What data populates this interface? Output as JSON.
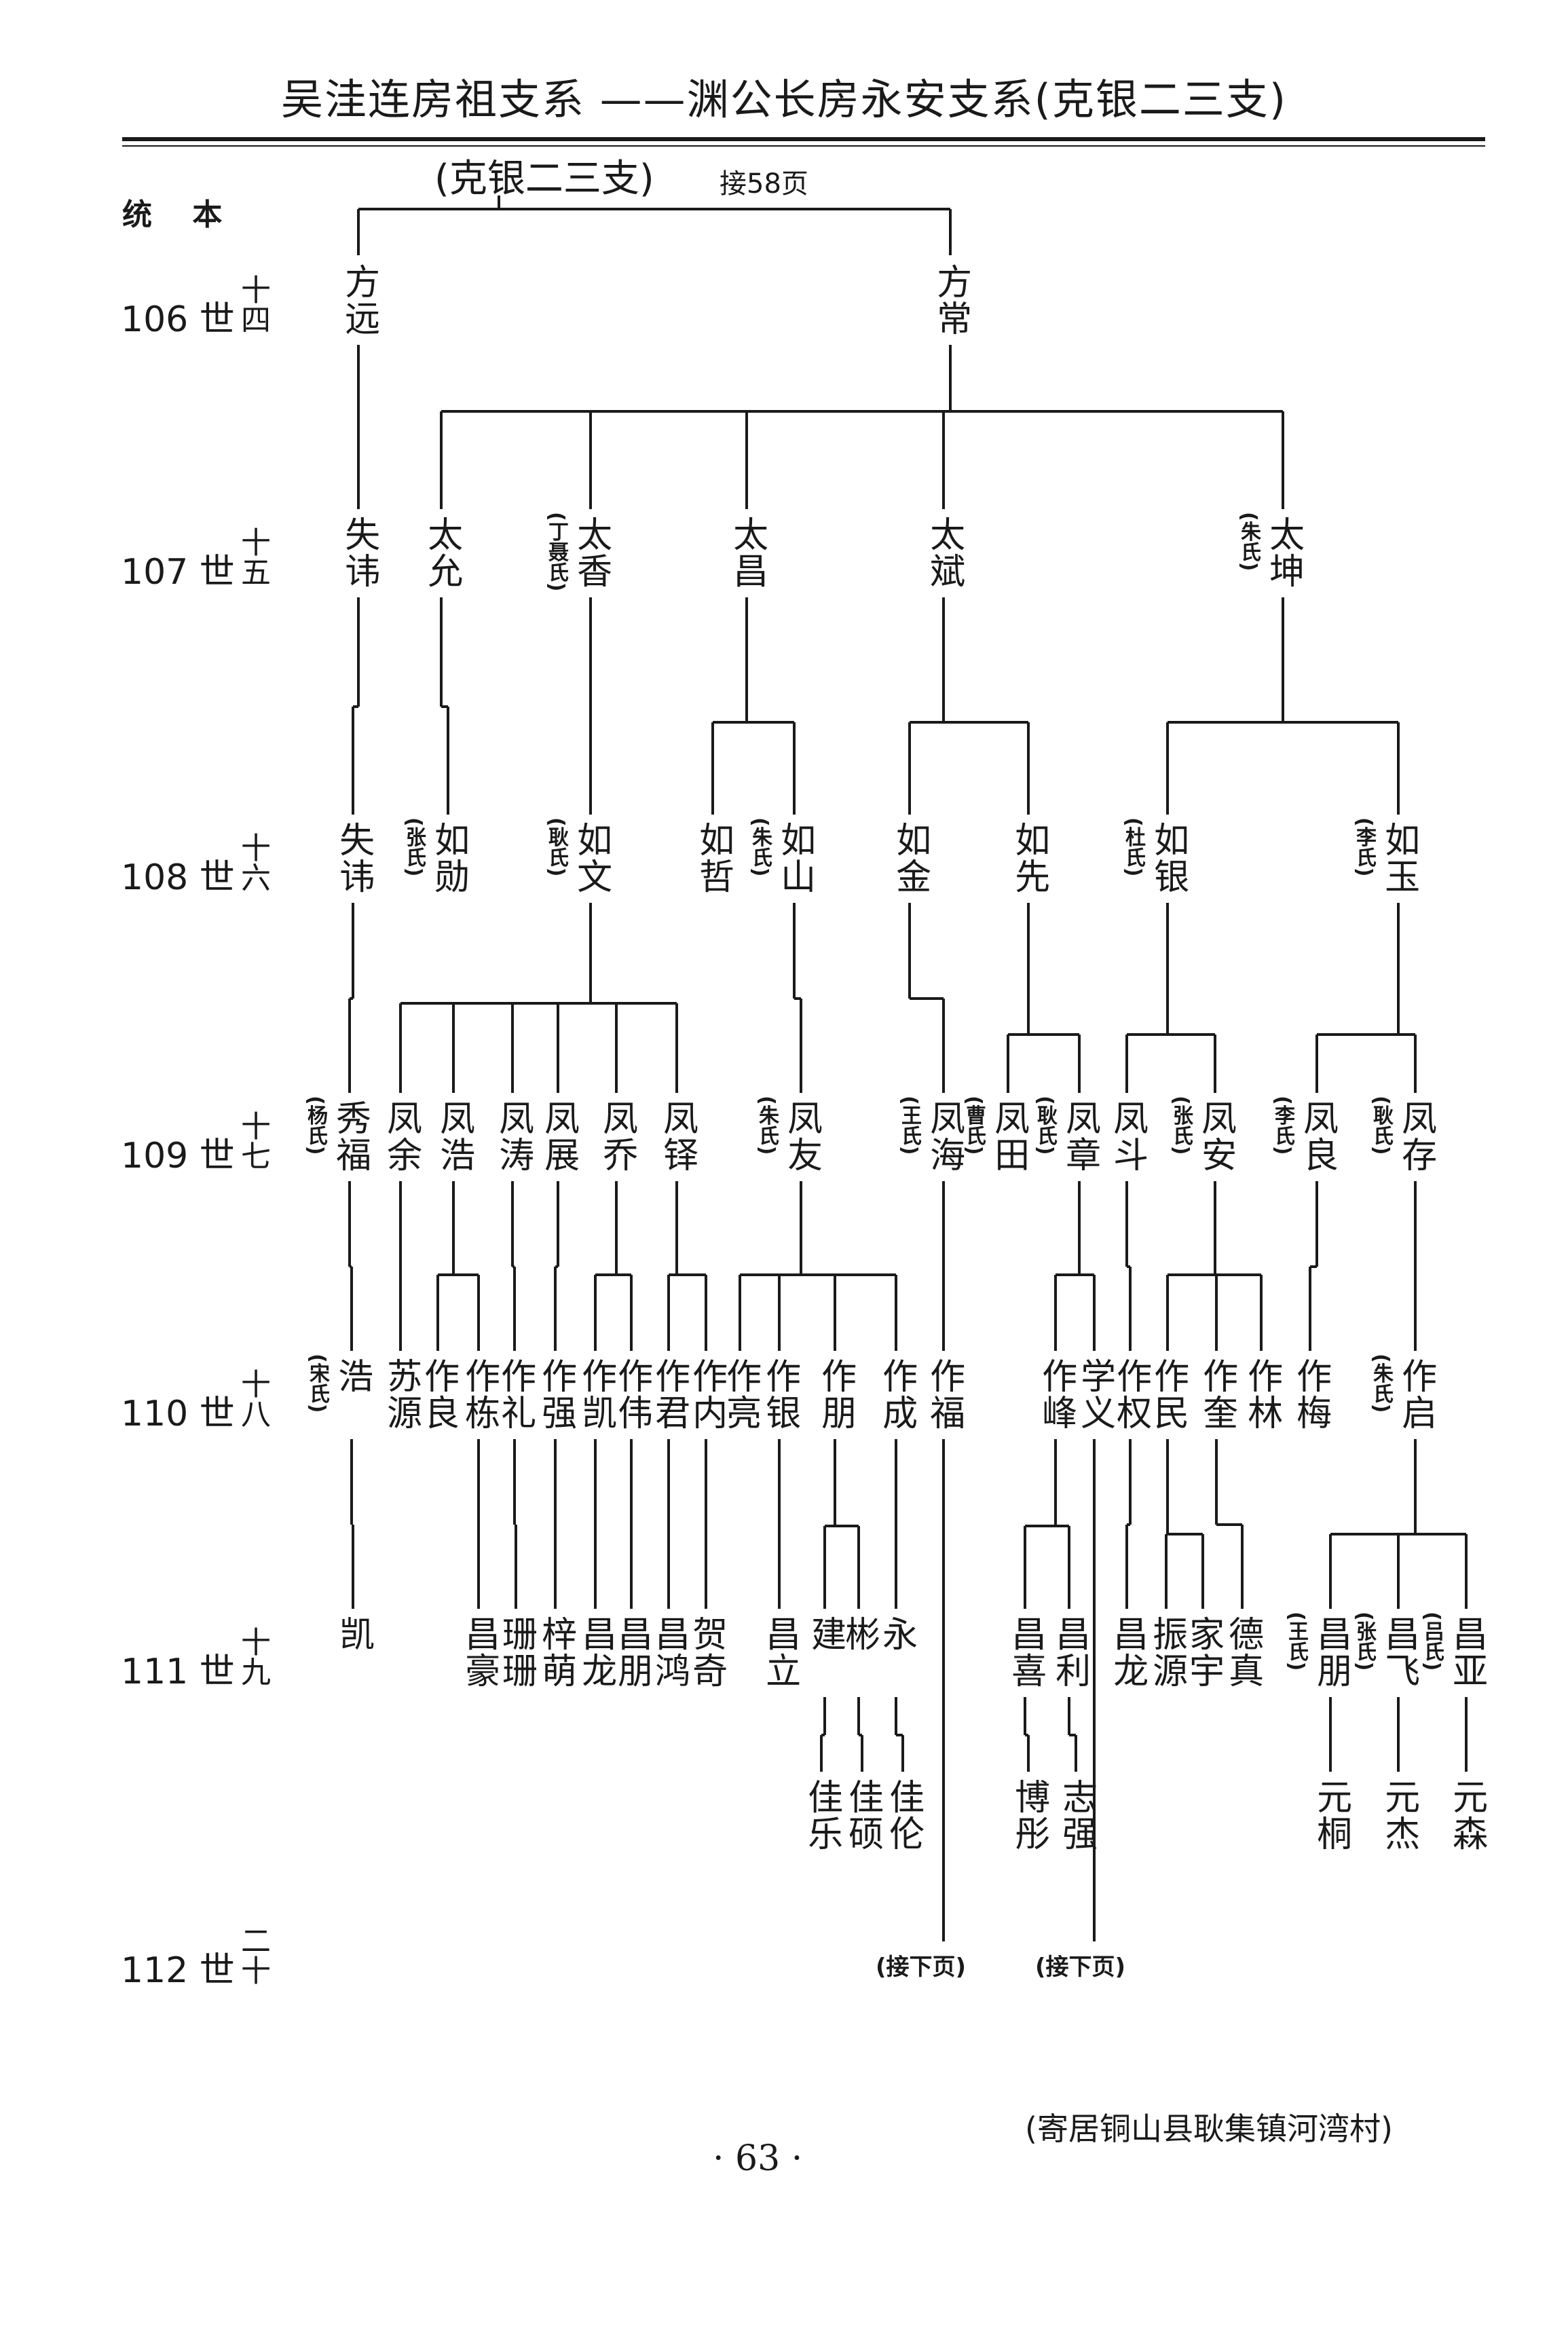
{
  "header": {
    "title": "吴洼连房祖支系 ——渊公长房永安支系(克银二三支)",
    "branch_label": "(克银二三支)",
    "continued_from": "接58页",
    "side_label": "统 本"
  },
  "generations": [
    {
      "label": "106 世",
      "ordinal": "十四"
    },
    {
      "label": "107 世",
      "ordinal": "十五"
    },
    {
      "label": "108 世",
      "ordinal": "十六"
    },
    {
      "label": "109 世",
      "ordinal": "十七"
    },
    {
      "label": "110 世",
      "ordinal": "十八"
    },
    {
      "label": "111 世",
      "ordinal": "十九"
    },
    {
      "label": "112 世",
      "ordinal": "二十"
    }
  ],
  "persons": [
    {
      "id": "fangyuan",
      "name": "方远"
    },
    {
      "id": "fangchang",
      "name": "方常"
    },
    {
      "id": "shiwei107",
      "name": "失讳"
    },
    {
      "id": "taiyun",
      "name": "太允"
    },
    {
      "id": "taixiang",
      "name": "太香",
      "spouse": "(丁聂氏)"
    },
    {
      "id": "taichang",
      "name": "太昌"
    },
    {
      "id": "taibin",
      "name": "太斌"
    },
    {
      "id": "taikun",
      "name": "太坤",
      "spouse": "(朱氏)"
    },
    {
      "id": "shiwei108",
      "name": "失讳"
    },
    {
      "id": "ruxun",
      "name": "如勋",
      "spouse": "(张氏)"
    },
    {
      "id": "ruwen",
      "name": "如文",
      "spouse": "(耿氏)"
    },
    {
      "id": "ruzhe",
      "name": "如哲"
    },
    {
      "id": "rushan",
      "name": "如山",
      "spouse": "(朱氏)"
    },
    {
      "id": "rujin",
      "name": "如金"
    },
    {
      "id": "ruxian",
      "name": "如先"
    },
    {
      "id": "ruyin",
      "name": "如银",
      "spouse": "(杜氏)"
    },
    {
      "id": "ruyu",
      "name": "如玉",
      "spouse": "(李氏)"
    },
    {
      "id": "xiufu",
      "name": "秀福",
      "spouse": "(杨氏)"
    },
    {
      "id": "fengyu",
      "name": "凤余"
    },
    {
      "id": "fenghao",
      "name": "凤浩"
    },
    {
      "id": "fengtao",
      "name": "凤涛"
    },
    {
      "id": "fengzhan",
      "name": "凤展"
    },
    {
      "id": "fengqiao",
      "name": "凤乔"
    },
    {
      "id": "fengduo",
      "name": "凤铎"
    },
    {
      "id": "fengyou",
      "name": "凤友",
      "spouse": "(朱氏)"
    },
    {
      "id": "fenghai",
      "name": "凤海",
      "spouse": "(王氏)"
    },
    {
      "id": "fengtian",
      "name": "凤田",
      "spouse": "(曹氏)"
    },
    {
      "id": "fengzhang",
      "name": "凤章",
      "spouse": "(耿氏)"
    },
    {
      "id": "fengdou",
      "name": "凤斗"
    },
    {
      "id": "fengan",
      "name": "凤安",
      "spouse": "(张氏)"
    },
    {
      "id": "fengliang",
      "name": "凤良",
      "spouse": "(李氏)"
    },
    {
      "id": "fengcun",
      "name": "凤存",
      "spouse": "(耿氏)"
    },
    {
      "id": "hao",
      "name": "浩",
      "spouse": "(宋氏)"
    },
    {
      "id": "suyuan",
      "name": "苏源"
    },
    {
      "id": "zuoliang",
      "name": "作良"
    },
    {
      "id": "zuodong",
      "name": "作栋"
    },
    {
      "id": "zuoli",
      "name": "作礼"
    },
    {
      "id": "zuoqiang",
      "name": "作强"
    },
    {
      "id": "zuokai",
      "name": "作凯"
    },
    {
      "id": "zuowei",
      "name": "作伟"
    },
    {
      "id": "zuojun",
      "name": "作君"
    },
    {
      "id": "zuoneng",
      "name": "作内"
    },
    {
      "id": "zuoliang2",
      "name": "作亮"
    },
    {
      "id": "zuoyin",
      "name": "作银"
    },
    {
      "id": "zuopeng",
      "name": "作朋"
    },
    {
      "id": "zuocheng",
      "name": "作成"
    },
    {
      "id": "zuofu",
      "name": "作福"
    },
    {
      "id": "zuofeng",
      "name": "作峰"
    },
    {
      "id": "xueyi",
      "name": "学义"
    },
    {
      "id": "zuoquan",
      "name": "作权"
    },
    {
      "id": "zuomin",
      "name": "作民"
    },
    {
      "id": "zuokui",
      "name": "作奎"
    },
    {
      "id": "zuolin",
      "name": "作林"
    },
    {
      "id": "zuomei",
      "name": "作梅"
    },
    {
      "id": "zuoqi",
      "name": "作启",
      "spouse": "(朱氏)"
    },
    {
      "id": "kai",
      "name": "凯"
    },
    {
      "id": "changhao",
      "name": "昌豪"
    },
    {
      "id": "shanshan",
      "name": "珊珊"
    },
    {
      "id": "zimeng",
      "name": "梓萌"
    },
    {
      "id": "changlong",
      "name": "昌龙"
    },
    {
      "id": "changpeng",
      "name": "昌朋"
    },
    {
      "id": "changhong",
      "name": "昌鸿"
    },
    {
      "id": "heqi",
      "name": "贺奇"
    },
    {
      "id": "changli",
      "name": "昌立"
    },
    {
      "id": "jian",
      "name": "建"
    },
    {
      "id": "bin",
      "name": "彬"
    },
    {
      "id": "yong",
      "name": "永"
    },
    {
      "id": "changxi",
      "name": "昌喜"
    },
    {
      "id": "changli2",
      "name": "昌利"
    },
    {
      "id": "changlong2",
      "name": "昌龙"
    },
    {
      "id": "zhenyuan",
      "name": "振源"
    },
    {
      "id": "jiayu",
      "name": "家宇"
    },
    {
      "id": "dezhen",
      "name": "德真"
    },
    {
      "id": "changpeng2",
      "name": "昌朋",
      "spouse": "(王氏)"
    },
    {
      "id": "changfei",
      "name": "昌飞",
      "spouse": "(张氏)"
    },
    {
      "id": "changya",
      "name": "昌亚",
      "spouse": "(吕氏)"
    },
    {
      "id": "jiale",
      "name": "佳乐"
    },
    {
      "id": "jiashuo",
      "name": "佳硕"
    },
    {
      "id": "jialun",
      "name": "佳伦"
    },
    {
      "id": "botong",
      "name": "博彤"
    },
    {
      "id": "zhiqiang",
      "name": "志强"
    },
    {
      "id": "yuantong",
      "name": "元桐"
    },
    {
      "id": "yuanjie",
      "name": "元杰"
    },
    {
      "id": "yuansen",
      "name": "元森"
    }
  ],
  "continuation_labels": [
    "(接下页)",
    "(接下页)"
  ],
  "footer": {
    "page_number": "· 63 ·",
    "residence": "(寄居铜山县耿集镇河湾村)"
  }
}
